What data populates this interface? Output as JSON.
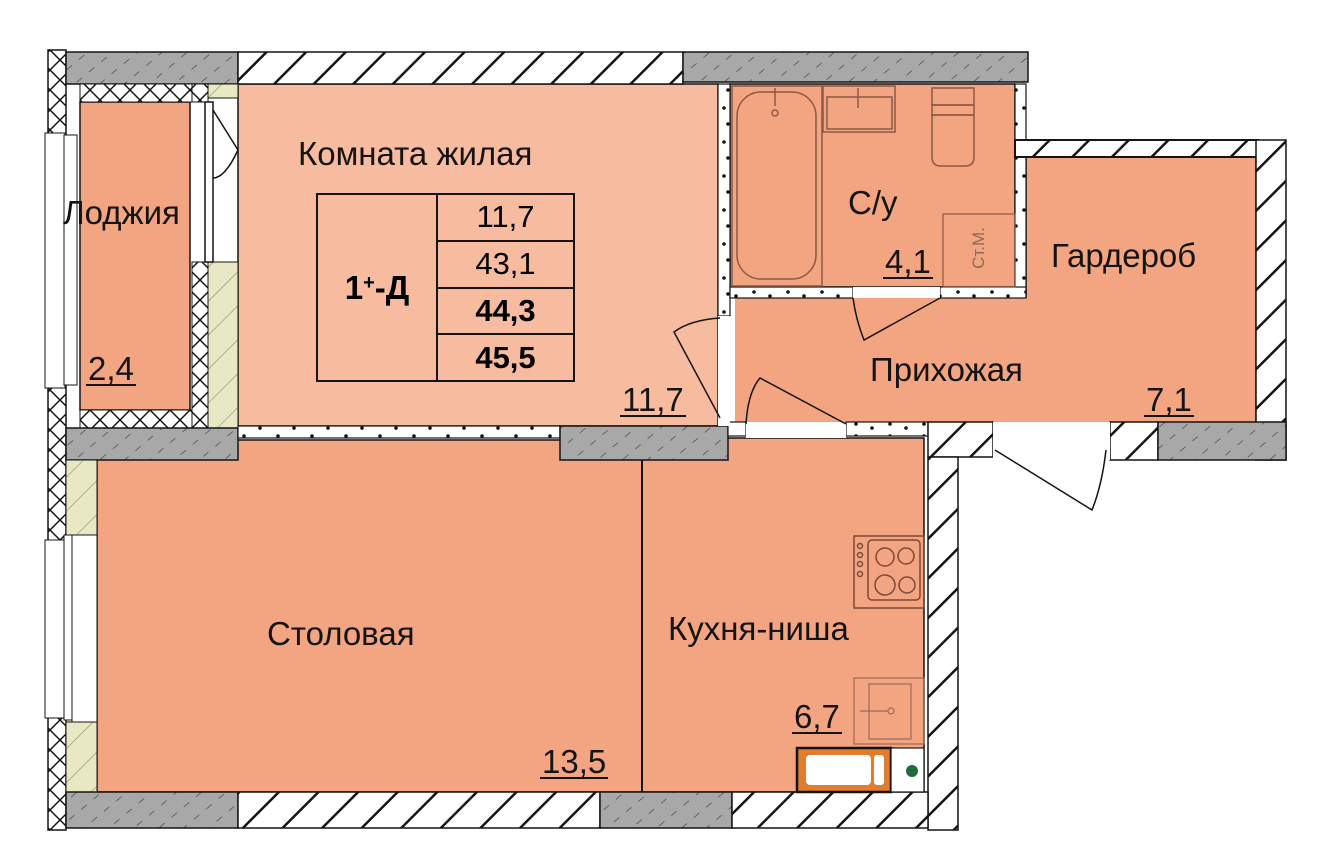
{
  "plan": {
    "apartment_type": {
      "main": "1",
      "sup": "+",
      "suffix": "-Д"
    },
    "summary_values": [
      {
        "value": "11,7",
        "bold": false
      },
      {
        "value": "43,1",
        "bold": false
      },
      {
        "value": "44,3",
        "bold": true
      },
      {
        "value": "45,5",
        "bold": true
      }
    ],
    "rooms": {
      "loggia": {
        "name": "Лоджия",
        "area": "2,4"
      },
      "living_room": {
        "name": "Комната жилая",
        "area": "11,7"
      },
      "bathroom": {
        "name": "С/у",
        "area": "4,1",
        "riser_label": "Ст.М."
      },
      "wardrobe": {
        "name": "Гардероб"
      },
      "hallway": {
        "name": "Прихожая",
        "area": "7,1"
      },
      "dining_room": {
        "name": "Столовая",
        "area": "13,5"
      },
      "kitchen": {
        "name": "Кухня-ниша",
        "area": "6,7"
      }
    },
    "colors": {
      "living_fill": "#f7bba0",
      "room_fill": "#f3a582",
      "concrete": "#a8a8a8",
      "insulation": "#e9e8c4",
      "wall_line": "#141414",
      "gas_dot": "#1e6b3c",
      "boiler": "#e07d2e"
    }
  }
}
